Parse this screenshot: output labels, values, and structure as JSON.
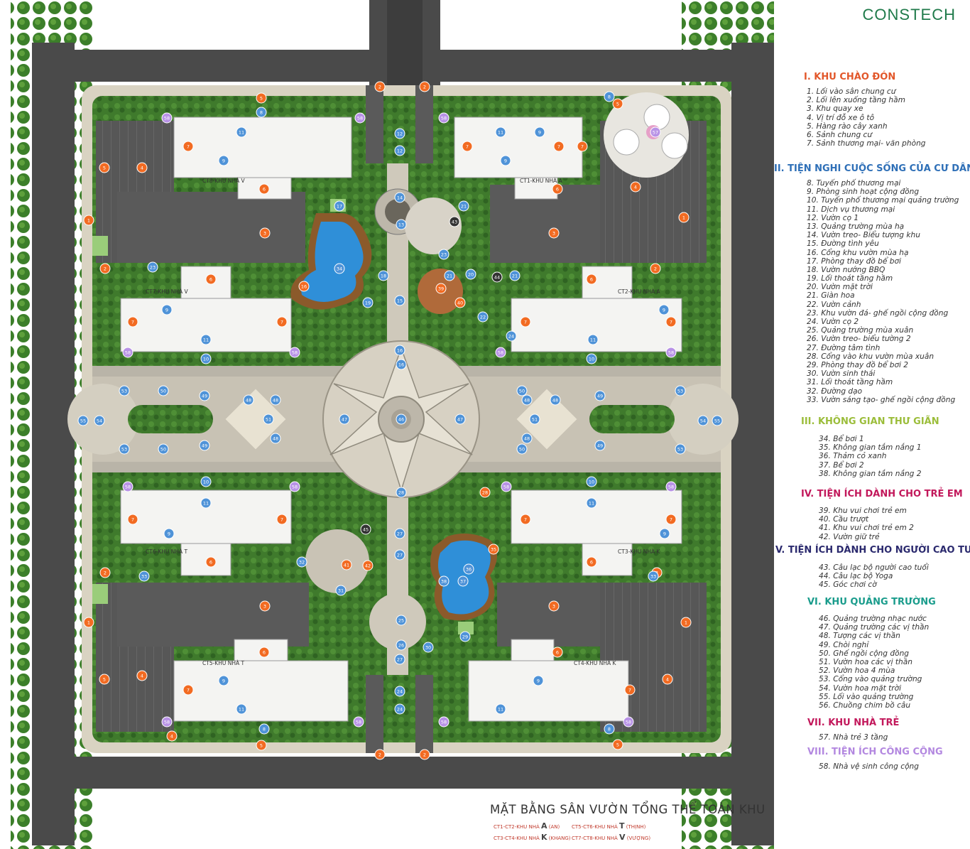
{
  "brand": "CONSTECH",
  "caption": "MẶT BẰNG SÂN VƯỜN TỔNG THỂ TOÀN KHU",
  "key": [
    {
      "pre": "CT1-CT2-KHU NHÀ ",
      "letter": "A",
      "post": " (AN)"
    },
    {
      "pre": "CT5-CT6-KHU NHÀ ",
      "letter": "T",
      "post": " (THỊNH)"
    },
    {
      "pre": "CT3-CT4-KHU NHÀ ",
      "letter": "K",
      "post": " (KHANG)"
    },
    {
      "pre": "CT7-CT8-KHU NHÀ ",
      "letter": "V",
      "post": " (VƯỢNG)"
    }
  ],
  "buildings": [
    {
      "label": "CT8-KHU NHÀ V"
    },
    {
      "label": "CT1-KHU NHÀ A"
    },
    {
      "label": "CT7-KHU NHÀ V"
    },
    {
      "label": "CT2-KHU NHÀ A"
    },
    {
      "label": "CT6-KHU NHÀ T"
    },
    {
      "label": "CT3-KHU NHÀ K"
    },
    {
      "label": "CT5-KHU NHÀ T"
    },
    {
      "label": "CT4-KHU NHÀ K"
    }
  ],
  "sections": [
    {
      "title": "I. KHU CHÀO ĐÓN",
      "color": "#e2572a",
      "items": [
        "1. Lối vào sân chung cư",
        "2. Lối lên xuống tầng hầm",
        "3. Khu quay xe",
        "4. Vị trí đỗ xe ô tô",
        "5. Hàng rào cây xanh",
        "6. Sảnh chung cư",
        "7. Sảnh thương mại- văn phòng"
      ]
    },
    {
      "title": "II. TIỆN NGHI CUỘC SỐNG CỦA CƯ DÂN",
      "color": "#2e6fb7",
      "items": [
        "8. Tuyến phố thương mại",
        "9. Phòng sinh hoạt cộng đồng",
        "10. Tuyến phố thương mại quảng trường",
        "11. Dịch vụ thương mại",
        "12. Vườn cọ 1",
        "13. Quảng trường mùa hạ",
        "14. Vườn treo- Biểu tượng khu",
        "15. Đường tình yêu",
        "16. Cổng khu vườn mùa hạ",
        "17. Phòng thay đồ bể bơi",
        "18. Vườn nướng BBQ",
        "19. Lối thoát tầng hầm",
        "20. Vườn mặt trời",
        "21. Giàn hoa",
        "22. Vườn cảnh",
        "23. Khu vườn đá- ghế ngồi cộng đồng",
        "24. Vườn cọ 2",
        "25. Quảng trường mùa xuân",
        "26. Vườn treo- biểu tường 2",
        "27. Đường tâm tình",
        "28. Cổng vào khu vườn mùa xuân",
        "29. Phòng thay đồ bể bơi 2",
        "30. Vườn sinh thái",
        "31. Lối thoát tầng hầm",
        "32. Đường dạo",
        "33. Vườn sáng tạo- ghế ngồi cộng đồng"
      ]
    },
    {
      "title": "III. KHÔNG GIAN THƯ GIÃN",
      "color": "#9bbd3a",
      "items": [
        "34. Bể bơi 1",
        "35. Không gian tắm nắng 1",
        "36. Thảm cỏ xanh",
        "37. Bể bơi 2",
        "38. Không gian tắm nắng 2"
      ]
    },
    {
      "title": "IV. TIỆN ÍCH DÀNH CHO TRẺ EM",
      "color": "#c2185b",
      "items": [
        "39. Khu vui chơi trẻ em",
        "40. Cầu trượt",
        "41. Khu vui chơi trẻ em 2",
        "42. Vườn giữ trẻ"
      ]
    },
    {
      "title": "V. TIỆN ÍCH DÀNH CHO NGƯỜI CAO TUỔI",
      "color": "#2b2a6e",
      "items": [
        "43. Câu lạc bộ người cao tuổi",
        "44. Câu lạc bộ Yoga",
        "45. Góc chơi cờ"
      ]
    },
    {
      "title": "VI. KHU QUẢNG TRƯỜNG",
      "color": "#1a9c8c",
      "items": [
        "46. Quảng trường nhạc nước",
        "47. Quảng trường các vị thần",
        "48. Tượng các vị thần",
        "49. Chòi nghỉ",
        "50. Ghế ngồi cộng đồng",
        "51. Vườn hoa các vị thần",
        "52. Vườn hoa 4 mùa",
        "53. Cổng vào quảng trường",
        "54. Vườn hoa mặt trời",
        "55. Lối vào quảng trường",
        "56. Chuồng chim bồ câu"
      ]
    },
    {
      "title": "VII. KHU NHÀ TRẺ",
      "color": "#c2185b",
      "items": [
        "57. Nhà trẻ 3 tầng"
      ]
    },
    {
      "title": "VIII. TIỆN ÍCH CÔNG CỘNG",
      "color": "#b388e0",
      "items": [
        "58. Nhà vệ sinh công cộng"
      ]
    }
  ],
  "colors": {
    "road": "#4a4a4a",
    "grass": "#3f7a2c",
    "tree": "#2f6b24",
    "plaza": "#c8c2b4",
    "pool": "#2f8fd8",
    "building": "#f4f4f2",
    "parking": "#5a5a5a",
    "marker_orange": "#f26b22",
    "marker_blue": "#4f93d8",
    "marker_lilac": "#b892e6"
  }
}
